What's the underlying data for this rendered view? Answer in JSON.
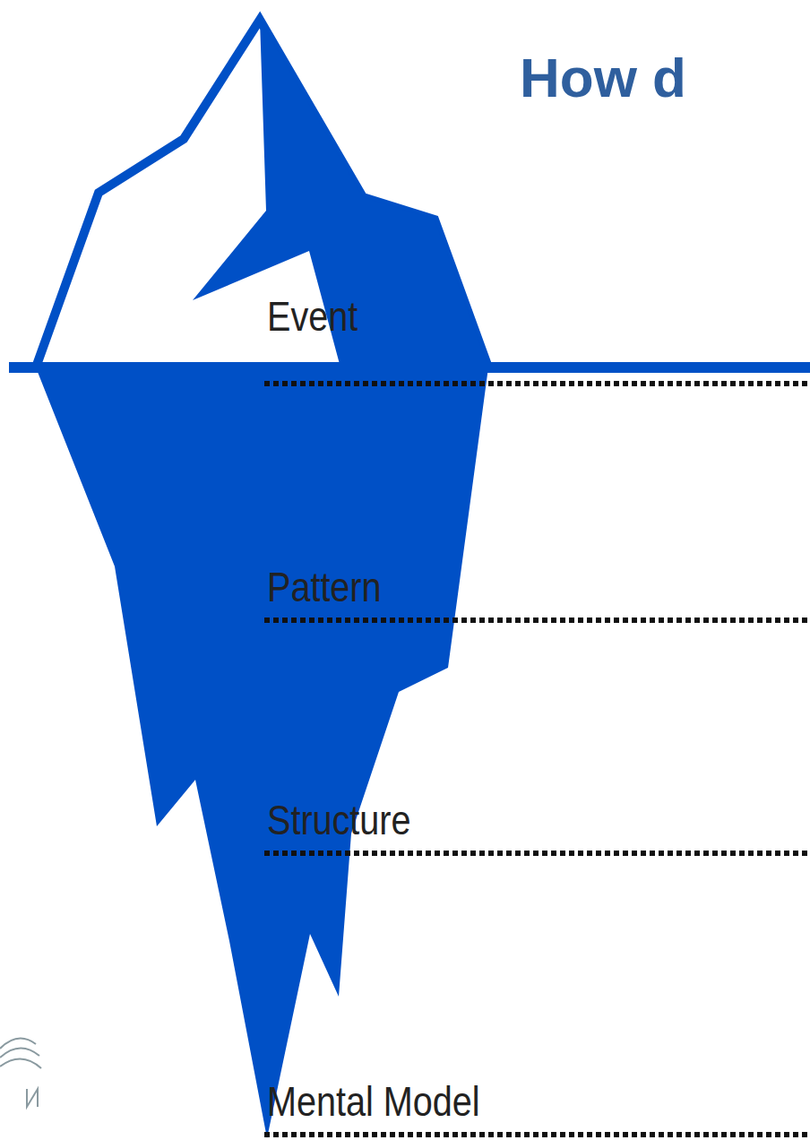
{
  "diagram": {
    "title": "How d",
    "labels": [
      "Event",
      "Pattern",
      "Structure",
      "Mental Model"
    ]
  }
}
